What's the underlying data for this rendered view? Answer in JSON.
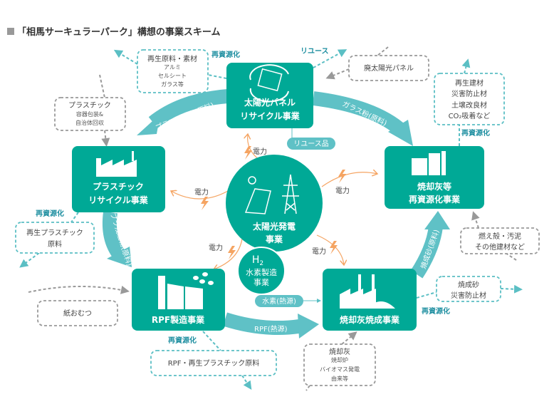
{
  "title": "「相馬サーキュラーパーク」構想の事業スキーム",
  "colors": {
    "primary_teal": "#00a996",
    "flow_teal": "#5fc1c6",
    "power_orange": "#f5a462",
    "dashed_gray": "#999999",
    "label_teal": "#1d8ea0"
  },
  "businesses": {
    "solar_recycling": {
      "line1": "太陽光パネル",
      "line2": "リサイクル事業",
      "icon": "solar-panel-recycle-icon"
    },
    "plastic_recycling": {
      "line1": "プラスチック",
      "line2": "リサイクル事業",
      "icon": "factory-icon"
    },
    "ash_recycling": {
      "line1": "焼却灰等",
      "line2": "再資源化事業",
      "icon": "plant-icon"
    },
    "rpf": {
      "label": "RPF製造事業",
      "icon": "factory-pellets-icon"
    },
    "ash_firing": {
      "label": "焼却灰焼成事業",
      "icon": "kiln-factory-icon"
    },
    "solar_power": {
      "line1": "太陽光発電",
      "line2": "事業",
      "icon": "solar-pylon-icon"
    },
    "hydrogen": {
      "formula": "H",
      "subscript": "2",
      "line1": "水素製造",
      "line2": "事業"
    }
  },
  "flows": {
    "plastic_raw": "プラスチック(原料)",
    "glass_powder": "ガラス粉(原料)",
    "plastic_residue": "プラ残渣物(原料)",
    "rpf_heat": "RPF(熱源)",
    "fired_sand": "焼成砂(原料)",
    "reuse_goods": "リユース品",
    "hydrogen_heat": "水素(熱源)",
    "power": "電力",
    "reuse": "リユース"
  },
  "recycle_label": "再資源化",
  "boxes": {
    "recycled_materials": {
      "title": "再生原料・素材",
      "items": [
        "アルミ",
        "セルシート",
        "ガラス等"
      ]
    },
    "plastic_input": {
      "title": "プラスチック",
      "items": [
        "容器包装&",
        "自治体回収"
      ]
    },
    "waste_panel": {
      "title": "廃太陽光パネル"
    },
    "building_materials": {
      "items": [
        "再生建材",
        "災害防止材",
        "土壌改良材",
        "CO₂吸着など"
      ]
    },
    "recycled_plastic": {
      "items": [
        "再生プラスチック",
        "原料"
      ]
    },
    "diapers": {
      "title": "紙おむつ"
    },
    "rpf_output": {
      "title": "RPF・再生プラスチック原料"
    },
    "incineration_ash": {
      "title": "焼却灰",
      "items": [
        "焼却炉",
        "バイオマス発電",
        "由来等"
      ]
    },
    "cinders": {
      "items": [
        "燃え殻・汚泥",
        "その他建材など"
      ]
    },
    "fired_sand_out": {
      "items": [
        "焼成砂",
        "災害防止材"
      ]
    }
  }
}
